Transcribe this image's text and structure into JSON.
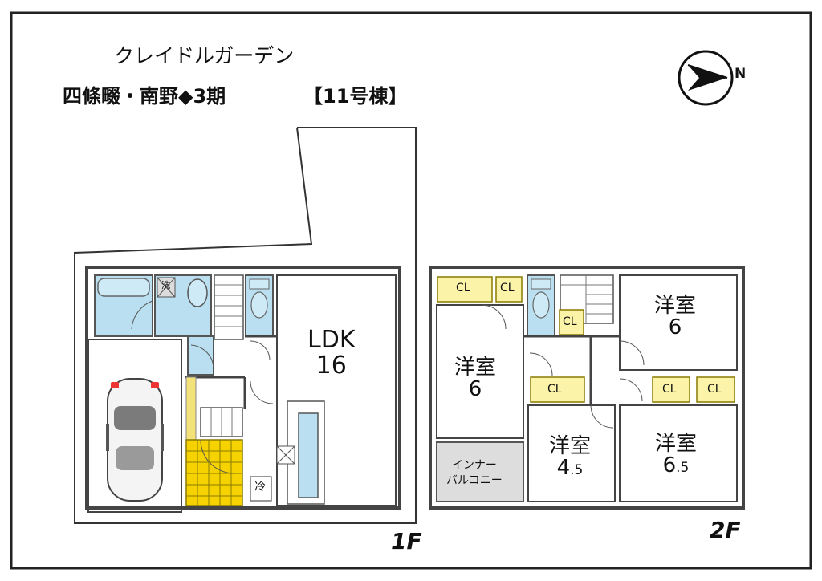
{
  "title": {
    "line1": "クレイドルガーデン",
    "line2": "四條畷・南野◆3期",
    "building": "【11号棟】"
  },
  "north_label": "N",
  "floors": {
    "first": "1F",
    "second": "2F"
  },
  "first_floor": {
    "ldk": {
      "name": "LDK",
      "size": "16"
    },
    "wash_mark": "洗",
    "fridge_mark": "冷"
  },
  "second_floor": {
    "room_a": {
      "name": "洋室",
      "size": "6"
    },
    "room_b": {
      "name": "洋室",
      "size": "6"
    },
    "room_c": {
      "name": "洋室",
      "size_int": "4",
      "size_frac": ".5"
    },
    "room_d": {
      "name": "洋室",
      "size_int": "6",
      "size_frac": ".5"
    },
    "balcony": {
      "line1": "インナー",
      "line2": "バルコニー"
    },
    "cl": [
      "CL",
      "CL",
      "CL",
      "CL",
      "CL",
      "CL"
    ]
  },
  "colors": {
    "wet_area": "#b9dff0",
    "closet": "#fbf3a8",
    "entrance_tile": "#f5d200",
    "balcony": "#dddddd"
  }
}
